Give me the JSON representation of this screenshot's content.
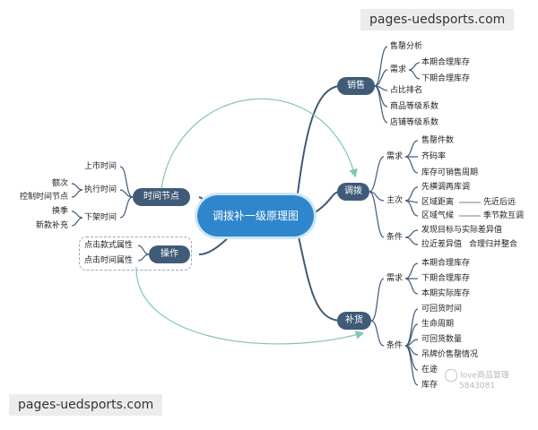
{
  "center": "调拨补一级原理图",
  "branches": {
    "sales": {
      "label": "销售",
      "items": [
        "售罄分析",
        "需求",
        "占比排名",
        "商品等级系数",
        "店铺等级系数"
      ],
      "demand_items": [
        "本期合理库存",
        "下期合理库存"
      ]
    },
    "transfer": {
      "label": "调拨",
      "demand": "需求",
      "demand_items": [
        "售罄件数",
        "齐码率",
        "库存可销售周期"
      ],
      "primary": "主次",
      "primary_items": [
        "先横调再库调",
        "区域距离",
        "区域气候"
      ],
      "primary_notes": [
        "先近后远",
        "季节款互调"
      ],
      "condition": "条件",
      "condition_items": [
        "发现目标与实际差异值",
        "拉近差异值",
        "合理归并整合"
      ]
    },
    "replenish": {
      "label": "补货",
      "demand": "需求",
      "demand_items": [
        "本期合理库存",
        "下期合理库存",
        "本期实际库存"
      ],
      "condition": "条件",
      "condition_items": [
        "可回货时间",
        "生命周期",
        "可回货数量",
        "吊牌价售罄情况",
        "在途",
        "库存"
      ]
    },
    "timenode": {
      "label": "时间节点",
      "items": [
        "上市时间",
        "执行时间",
        "下架时间"
      ],
      "exec_items": [
        "额次",
        "控制时间节点"
      ],
      "offshelf_items": [
        "换季",
        "新款补充"
      ]
    },
    "operation": {
      "label": "操作",
      "items": [
        "点击款式属性",
        "点击时间属性"
      ]
    }
  },
  "watermark": "pages-uedsports.com",
  "logo_lines": [
    "love商品管理",
    "5843081"
  ],
  "colors": {
    "node": "#3f5b78",
    "center": "#2f86cc",
    "arrow": "#7fc6b5"
  }
}
